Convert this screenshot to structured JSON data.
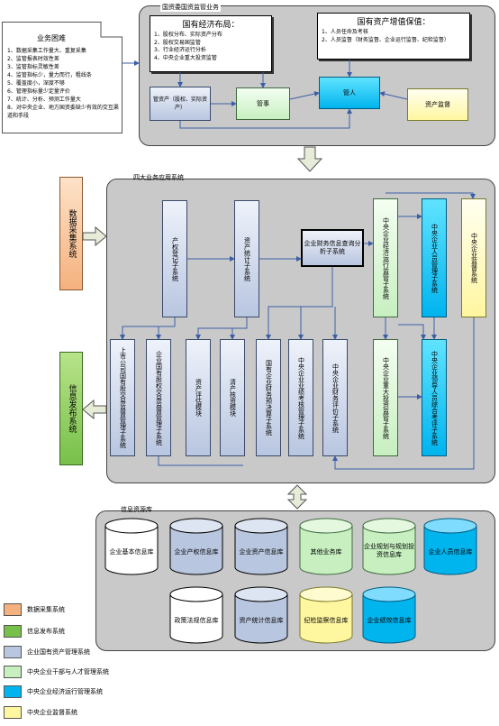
{
  "problems": {
    "title": "业务困难",
    "items": [
      "1、数据采集工作量大、重复采集",
      "2、监管报表时效性差",
      "3、监管指标灵敏性差",
      "4、监管指标少，量力而行，粗线条",
      "5、覆盖度小，深度不够",
      "6、管理指标量少定量评价",
      "7、统计、分析、预测工作量大",
      "8、对中央企业、地方国资委缺少有效的交互渠道和手段"
    ]
  },
  "top_panel": {
    "title": "国资委国资监管业务",
    "economy": {
      "title": "国有经济布局：",
      "items": [
        "1、股权分布、实际资产分布",
        "2、股权交易国监管",
        "3、行业经济运行分析",
        "4、中央企业重大投资监管"
      ]
    },
    "asset": {
      "title": "国有资产增值保值：",
      "items": [
        "1、人员任命及考核",
        "2、人员监督（财务监督、企业运行监督、纪检监督）"
      ]
    },
    "boxes": {
      "manage_asset": "管资产（股权、实际资产）",
      "manage_affairs": "管事",
      "manage_people": "管人",
      "asset_supervision": "资产监督"
    }
  },
  "middle_panel": {
    "title": "四大业务应用系统",
    "systems": {
      "property_reg": "产权登记子系统",
      "asset_stat": "资产统计子系统",
      "finance_query": "企业财务信息查询分析子系统",
      "economic_ops": "中央企业经济运行监管子系统",
      "personnel": "中央企业人员管理子系统",
      "supervision": "中央企业监督系统",
      "listed": "上市公司国有股交易监督管理子系统",
      "equity_trade": "企业国有股权交易监督管理子系统",
      "asset_eval": "资产评估模块",
      "asset_verify": "清产核资模块",
      "finance_budget": "国有企业财务预决算子系统",
      "performance": "中央企业业绩考核管理子系统",
      "finance_eval": "中央企业财务评价子系统",
      "major_invest": "中央企业重大投资监管子系统",
      "evaluation": "中央企业领导人员综合考评子系统"
    }
  },
  "side": {
    "data_collect": "数据采集系统",
    "info_publish": "信息发布系统"
  },
  "bottom_panel": {
    "title": "信息资源库",
    "dbs": [
      "企业基本信息库",
      "企业产权信息库",
      "企业资产信息库",
      "其他业务库",
      "企业规划与规划投资信息库",
      "企业人员信息库",
      "政策法规信息库",
      "资产统计信息库",
      "纪检监察信息库",
      "企业绩效信息库"
    ]
  },
  "legend": [
    {
      "label": "数据采集系统",
      "color": "#f5b17e"
    },
    {
      "label": "信息发布系统",
      "color": "#77c04a"
    },
    {
      "label": "企业国有资产管理系统",
      "color": "#b9c6e0"
    },
    {
      "label": "中央企业干部与人才管理系统",
      "color": "#c7efc0"
    },
    {
      "label": "中央企业经济运行管理系统",
      "color": "#00b4ee"
    },
    {
      "label": "中央企业监督系统",
      "color": "#fff6a0"
    }
  ]
}
